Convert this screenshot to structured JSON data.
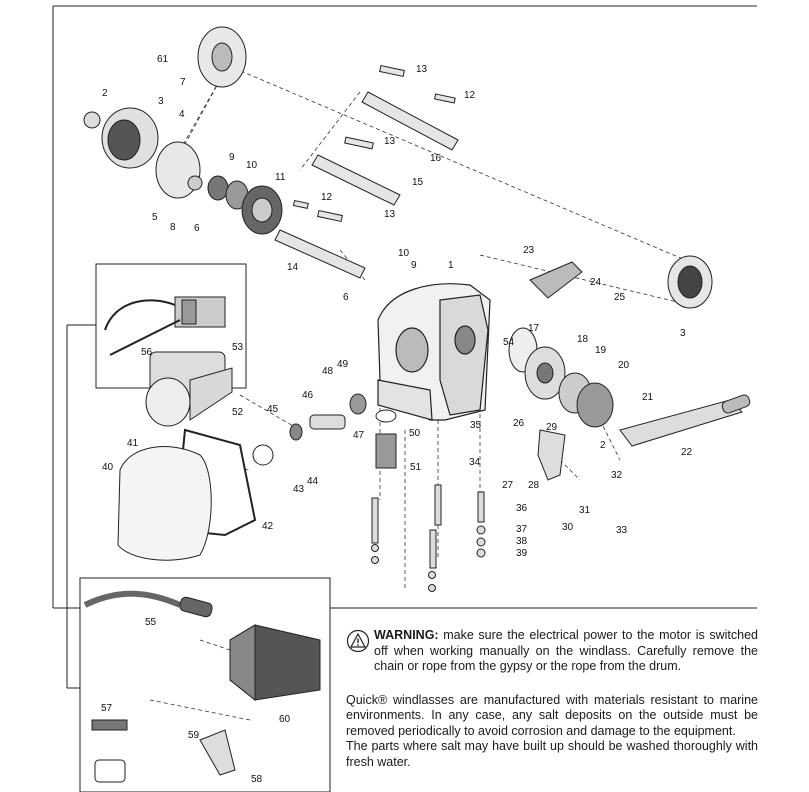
{
  "callouts": [
    "61",
    "7",
    "2",
    "3",
    "4",
    "5",
    "8",
    "6",
    "9",
    "10",
    "11",
    "13",
    "12",
    "16",
    "13",
    "15",
    "12",
    "13",
    "14",
    "1",
    "10",
    "9",
    "6",
    "23",
    "24",
    "25",
    "3",
    "17",
    "18",
    "19",
    "20",
    "54",
    "21",
    "22",
    "2",
    "29",
    "26",
    "27",
    "28",
    "31",
    "32",
    "33",
    "30",
    "35",
    "34",
    "36",
    "37",
    "38",
    "39",
    "49",
    "48",
    "46",
    "45",
    "47",
    "50",
    "51",
    "44",
    "43",
    "53",
    "56",
    "52",
    "41",
    "40",
    "42",
    "55",
    "57",
    "59",
    "58",
    "60"
  ],
  "warning": {
    "icon": "warning-triangle-icon",
    "title": "WARNING:",
    "text": " make sure the electrical power to the motor is switched off when working manually on the windlass. Carefully remove the chain or rope from the gypsy or the rope from the drum."
  },
  "paragraphs": [
    "Quick® windlasses are manufactured with materials resistant to marine environments. In any case, any salt deposits on the outside must be removed periodically to avoid corrosion and damage to the equipment.",
    "The parts where salt may have built up should be washed thoroughly with fresh water."
  ]
}
